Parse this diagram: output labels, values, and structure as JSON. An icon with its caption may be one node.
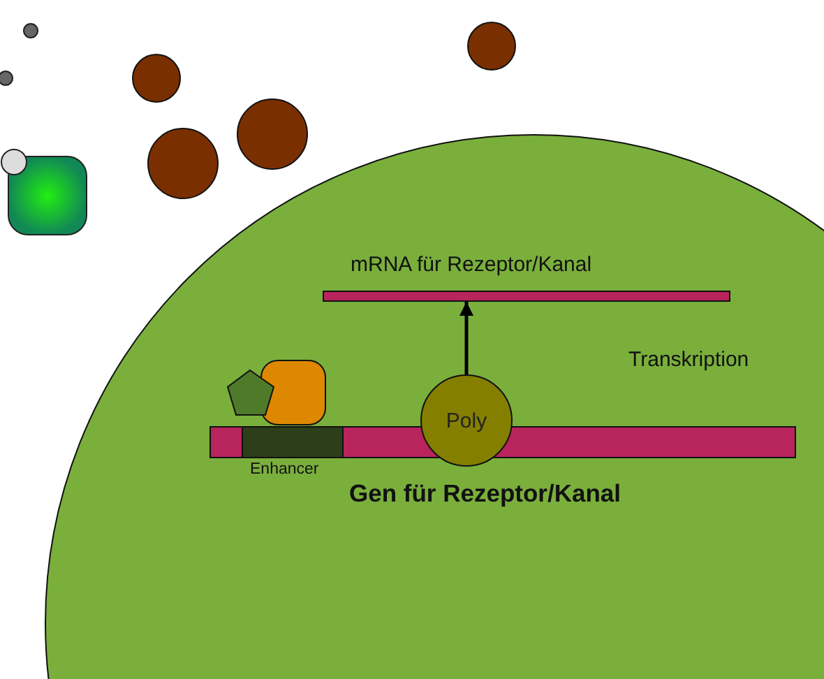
{
  "diagram": {
    "nodes": [
      {
        "text": [],
        "shape": "circle"
      },
      {
        "text": [
          "mRNA für Rezeptor/Kanal"
        ],
        "in": 0
      },
      {
        "text": [
          "Gen für Rezeptor/Kanal"
        ],
        "in": 0
      },
      {
        "text": [
          "Enhancer"
        ],
        "in": 2
      },
      {
        "text": [
          "Poly"
        ],
        "in": 0
      }
    ],
    "edges": [
      {
        "from": 4,
        "to": 1,
        "arrow": "to"
      }
    ],
    "labels": [
      "Transkription"
    ]
  }
}
